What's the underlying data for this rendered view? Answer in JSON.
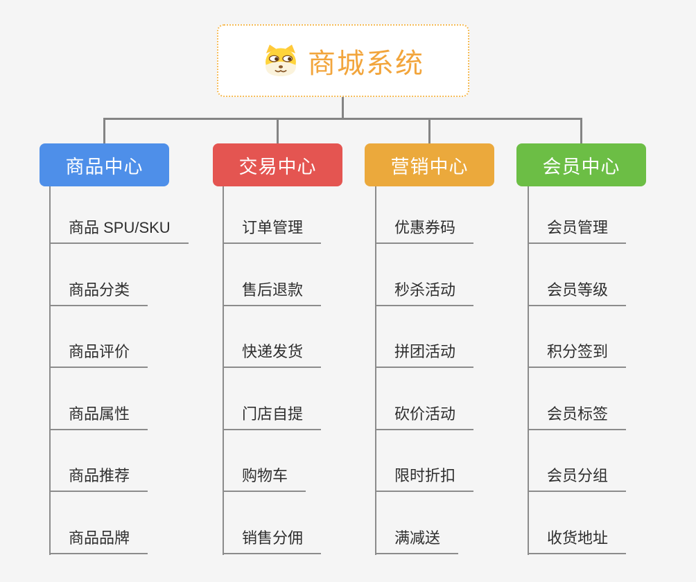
{
  "root": {
    "title": "商城系统",
    "icon": "shiba-dog-icon",
    "accent_color": "#F2A53C",
    "border_color": "#F6BB55"
  },
  "connector_color": "#848484",
  "branches": [
    {
      "label": "商品中心",
      "color": "#4E8FE9",
      "children": [
        "商品 SPU/SKU",
        "商品分类",
        "商品评价",
        "商品属性",
        "商品推荐",
        "商品品牌"
      ]
    },
    {
      "label": "交易中心",
      "color": "#E45551",
      "children": [
        "订单管理",
        "售后退款",
        "快递发货",
        "门店自提",
        "购物车",
        "销售分佣"
      ]
    },
    {
      "label": "营销中心",
      "color": "#EBA93C",
      "children": [
        "优惠券码",
        "秒杀活动",
        "拼团活动",
        "砍价活动",
        "限时折扣",
        "满减送"
      ]
    },
    {
      "label": "会员中心",
      "color": "#6CBE45",
      "children": [
        "会员管理",
        "会员等级",
        "积分签到",
        "会员标签",
        "会员分组",
        "收货地址"
      ]
    }
  ]
}
